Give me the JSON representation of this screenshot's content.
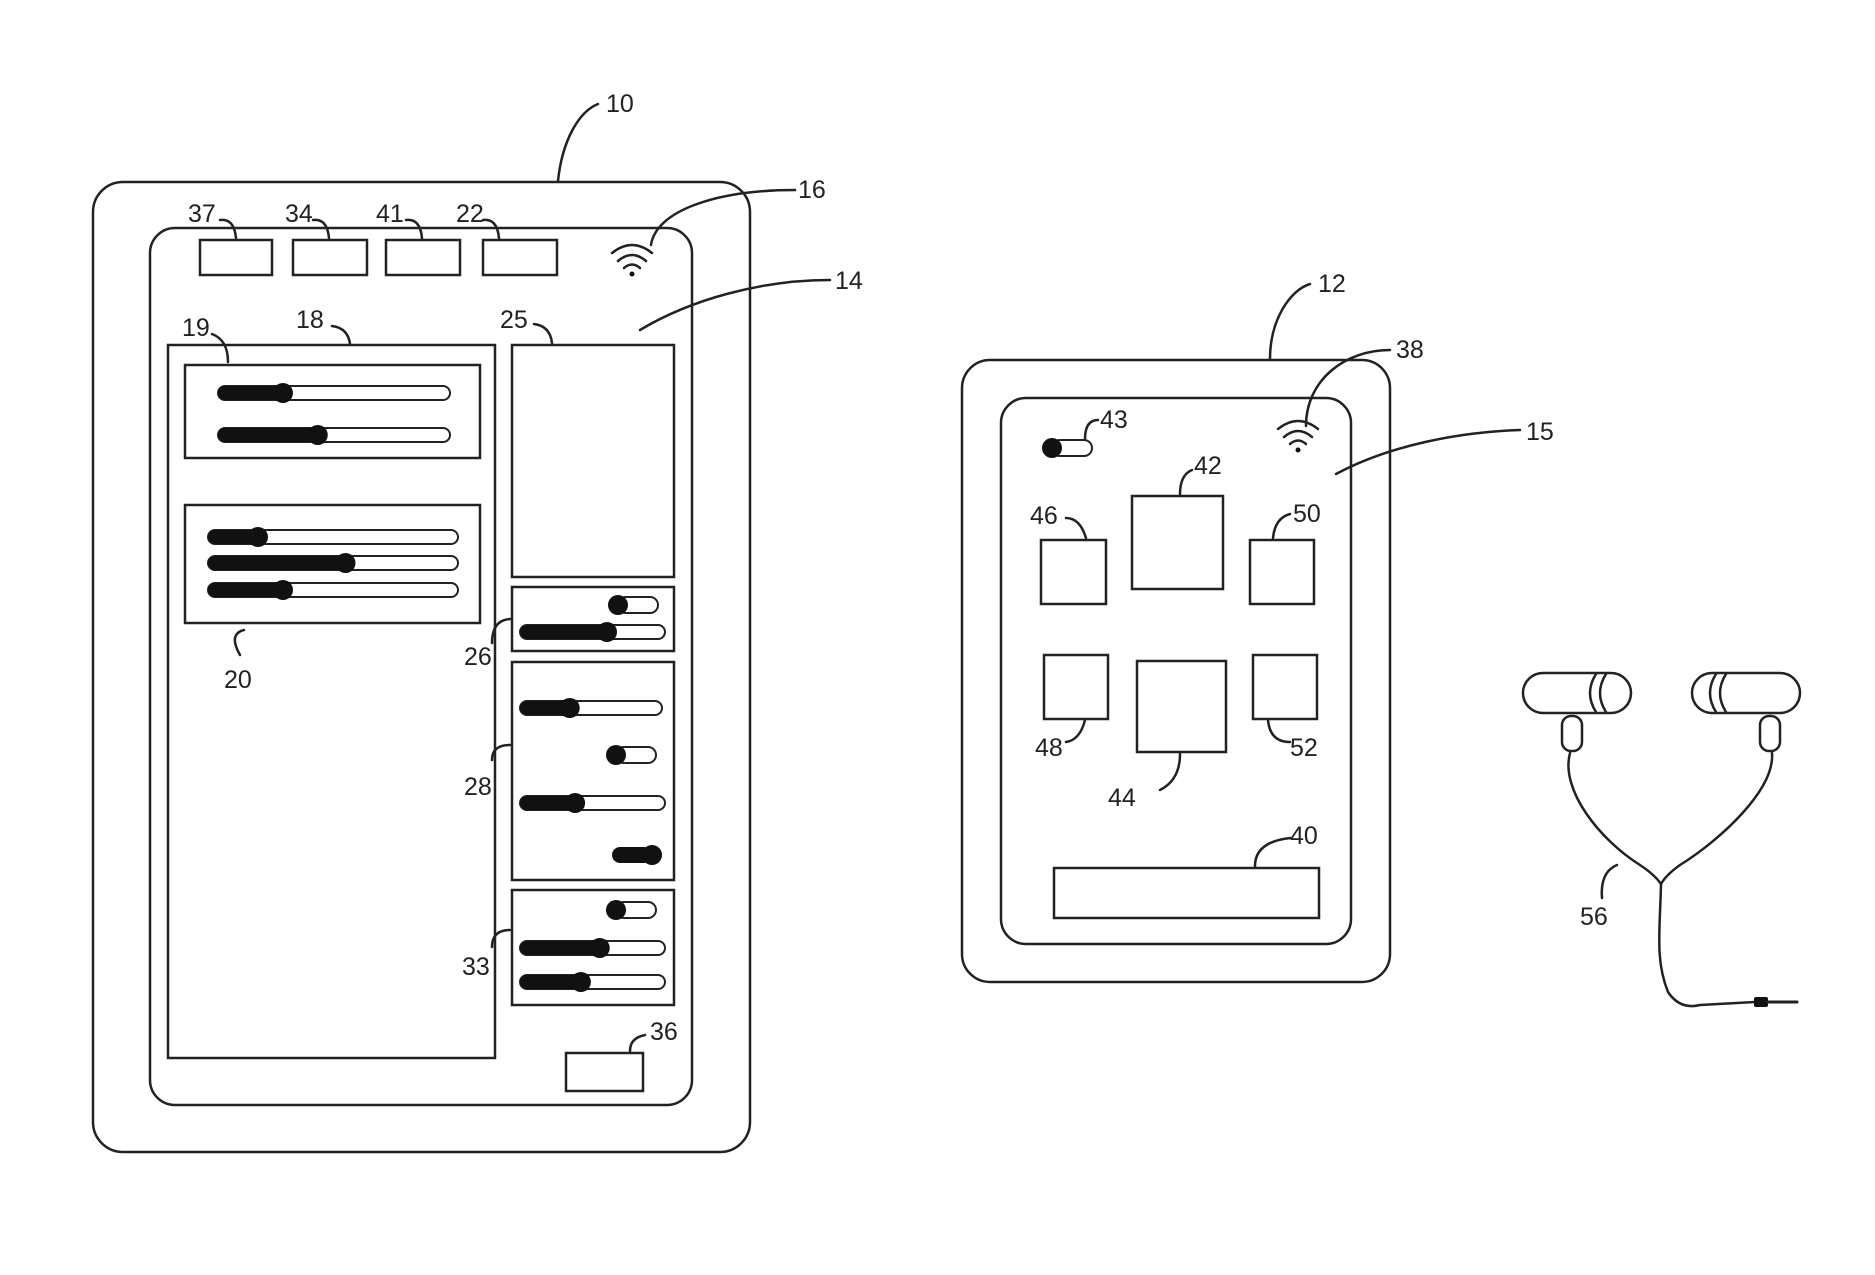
{
  "figure": {
    "labels": {
      "tablet_device": "10",
      "phone_device": "12",
      "tablet_screen": "14",
      "phone_screen": "15",
      "tablet_wireless": "16",
      "panel_main": "18",
      "slider_group_top": "19",
      "slider_group_mid": "20",
      "button_22": "22",
      "side_display": "25",
      "toggle_panel_a": "26",
      "toggle_panel_b": "28",
      "toggle_panel_c": "33",
      "button_34": "34",
      "button_36": "36",
      "button_37": "37",
      "phone_wireless": "38",
      "phone_bar": "40",
      "button_41": "41",
      "phone_tile_42": "42",
      "phone_toggle": "43",
      "phone_tile_44": "44",
      "phone_tile_46": "46",
      "phone_tile_48": "48",
      "phone_tile_50": "50",
      "phone_tile_52": "52",
      "earphones": "56"
    },
    "controls": {
      "slider_group_top": [
        0.28,
        0.43
      ],
      "slider_group_mid": [
        0.2,
        0.55,
        0.3
      ],
      "toggle_panel_a": {
        "toggle": "off",
        "slider": 0.6
      },
      "toggle_panel_b": {
        "slider_1": 0.35,
        "toggle": "off",
        "slider_2": 0.38,
        "toggle_2": "on"
      },
      "toggle_panel_c": {
        "toggle": "off",
        "slider_1": 0.55,
        "slider_2": 0.42
      },
      "phone_toggle": "off"
    },
    "colors": {
      "ink": "#111111",
      "background": "#ffffff"
    }
  }
}
